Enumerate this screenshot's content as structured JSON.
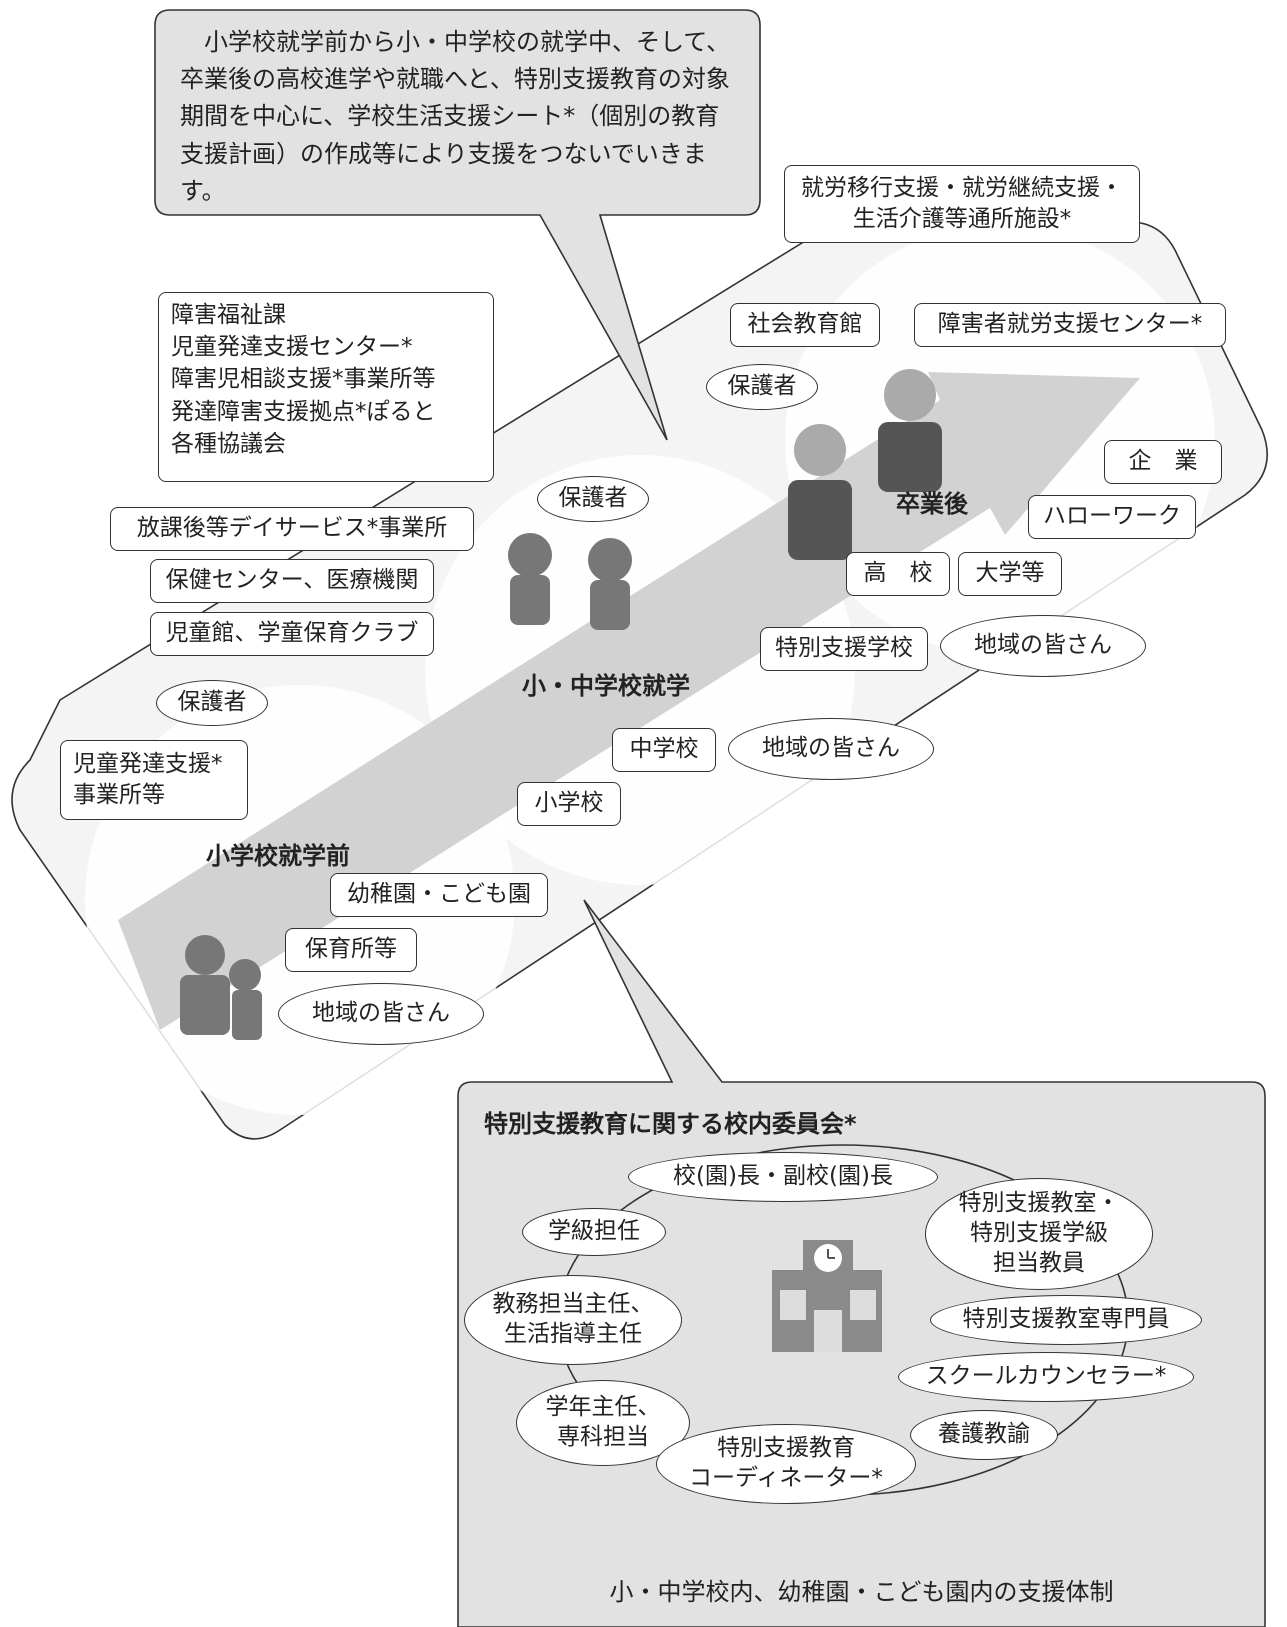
{
  "callout": {
    "text": "小学校就学前から小・中学校の就学中、そして、卒業後の高校進学や就職へと、特別支援教育の対象期間を中心に、学校生活支援シート*（個別の教育支援計画）の作成等により支援をつないでいきます。"
  },
  "stages": {
    "preschool": "小学校就学前",
    "school": "小・中学校就学",
    "graduate": "卒業後"
  },
  "left_box": {
    "lines": "障害福祉課\n児童発達支援センター*\n障害児相談支援*事業所等\n発達障害支援拠点*ぽると\n各種協議会"
  },
  "top_right_box": {
    "lines": "就労移行支援・就労継続支援・\n生活介護等通所施設*"
  },
  "boxes": {
    "after_school": "放課後等デイサービス*事業所",
    "health": "保健センター、医療機関",
    "childrens_hall": "児童館、学童保育クラブ",
    "child_dev": "児童発達支援*\n事業所等",
    "kindergarten": "幼稚園・こども園",
    "nursery": "保育所等",
    "elementary": "小学校",
    "junior_high": "中学校",
    "special_school": "特別支援学校",
    "high_school": "高　校",
    "university": "大学等",
    "hello_work": "ハローワーク",
    "company": "企　業",
    "social_edu": "社会教育館",
    "employment_center": "障害者就労支援センター*"
  },
  "ovals": {
    "guardian1": "保護者",
    "guardian2": "保護者",
    "guardian3": "保護者",
    "community1": "地域の皆さん",
    "community2": "地域の皆さん",
    "community3": "地域の皆さん"
  },
  "committee": {
    "title": "特別支援教育に関する校内委員会*",
    "footer": "小・中学校内、幼稚園・こども園内の支援体制",
    "members": {
      "principal": "校(園)長・副校(園)長",
      "homeroom": "学級担任",
      "special_room_teacher": "特別支援教室・\n特別支援学級\n担当教員",
      "academic": "教務担当主任、\n生活指導主任",
      "special_room_staff": "特別支援教室専門員",
      "counselor": "スクールカウンセラー*",
      "grade": "学年主任、\n専科担当",
      "nurse": "養護教諭",
      "coordinator": "特別支援教育\nコーディネーター*"
    }
  }
}
